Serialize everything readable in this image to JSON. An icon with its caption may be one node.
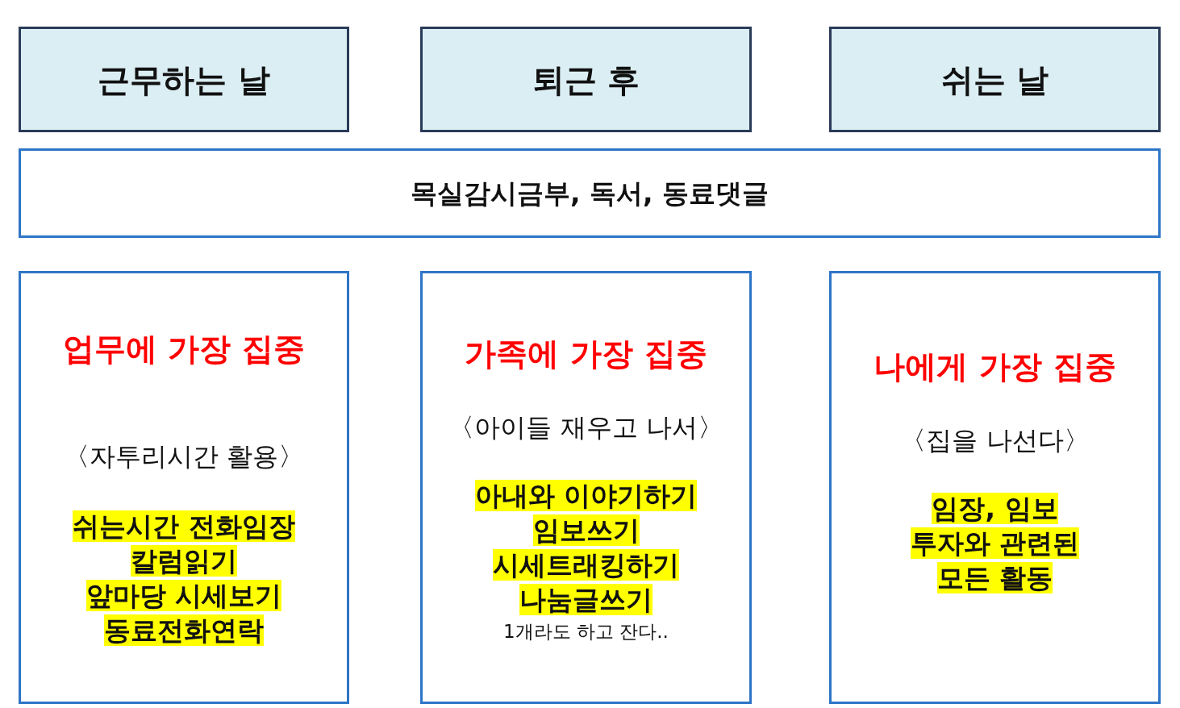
{
  "diagram": {
    "nodes": [
      {
        "text": [
          "근무하는 날"
        ]
      },
      {
        "text": [
          "퇴근 후"
        ]
      },
      {
        "text": [
          "쉬는 날"
        ]
      },
      {
        "text": [
          "목실감시금부, 독서, 동료댓글"
        ]
      },
      {
        "text": [
          "업무에 가장 집중",
          "〈자투리시간 활용〉",
          "쉬는시간 전화임장",
          "칼럼읽기",
          "앞마당 시세보기",
          "동료전화연락"
        ]
      },
      {
        "text": [
          "가족에 가장 집중",
          "〈아이들 재우고 나서〉",
          "아내와 이야기하기",
          "임보쓰기",
          "시세트래킹하기",
          "나눔글쓰기",
          "1개라도 하고 잔다.."
        ]
      },
      {
        "text": [
          "나에게 가장 집중",
          "〈집을 나선다〉",
          "임장, 임보",
          "투자와 관련된",
          "모든 활동"
        ]
      }
    ]
  }
}
